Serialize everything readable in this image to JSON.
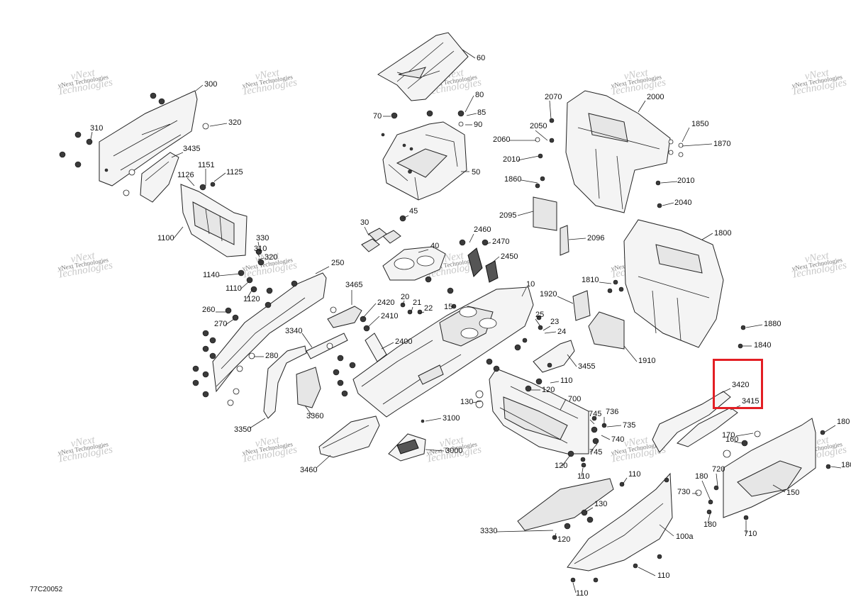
{
  "diagram": {
    "reference_code": "77C20052",
    "watermark": {
      "line1": "vNext",
      "line2": "Technologies",
      "small": "vNext Technologies"
    },
    "highlight": {
      "color": "#e31e24",
      "labels": [
        "3420",
        "3415"
      ]
    },
    "callouts": [
      "60",
      "80",
      "85",
      "70",
      "90",
      "50",
      "300",
      "310",
      "320",
      "3435",
      "1126",
      "1151",
      "1125",
      "1100",
      "330",
      "310",
      "320",
      "1140",
      "1110",
      "1120",
      "250",
      "3465",
      "260",
      "270",
      "3340",
      "280",
      "3350",
      "3360",
      "3460",
      "30",
      "45",
      "40",
      "2460",
      "2470",
      "2450",
      "20",
      "21",
      "22",
      "15",
      "2420",
      "2410",
      "2400",
      "10",
      "25",
      "23",
      "24",
      "1920",
      "110",
      "120",
      "130",
      "3455",
      "3100",
      "3000",
      "700",
      "745",
      "736",
      "735",
      "740",
      "745",
      "120",
      "110",
      "2070",
      "2000",
      "2050",
      "2060",
      "2010",
      "1850",
      "1870",
      "2010",
      "1860",
      "2040",
      "2095",
      "2096",
      "1800",
      "1810",
      "1880",
      "1840",
      "1910",
      "3420",
      "3415",
      "180",
      "170",
      "160",
      "180",
      "720",
      "180",
      "730",
      "150",
      "180",
      "710",
      "110",
      "130",
      "3330",
      "100a",
      "120",
      "110",
      "110"
    ]
  }
}
